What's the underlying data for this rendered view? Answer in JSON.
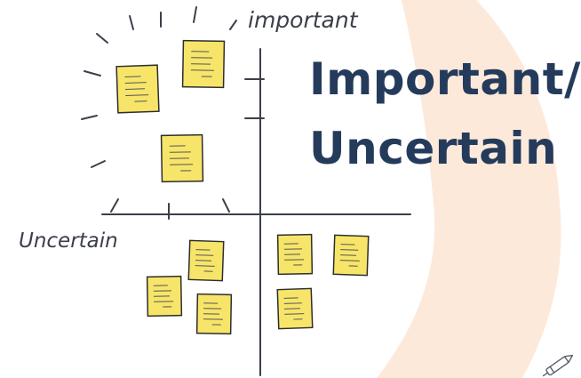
{
  "title": {
    "line1": "Important/",
    "line2": "Uncertain"
  },
  "axes": {
    "vertical_label": "important",
    "horizontal_label": "Uncertain"
  },
  "colors": {
    "ink": "#3b3f4a",
    "title": "#243b5c",
    "sticky_note": "#f7e56a",
    "sticky_note_border": "#2e2e2e",
    "background_band": "#fde9da"
  },
  "icons": {
    "corner": "pen-icon"
  }
}
